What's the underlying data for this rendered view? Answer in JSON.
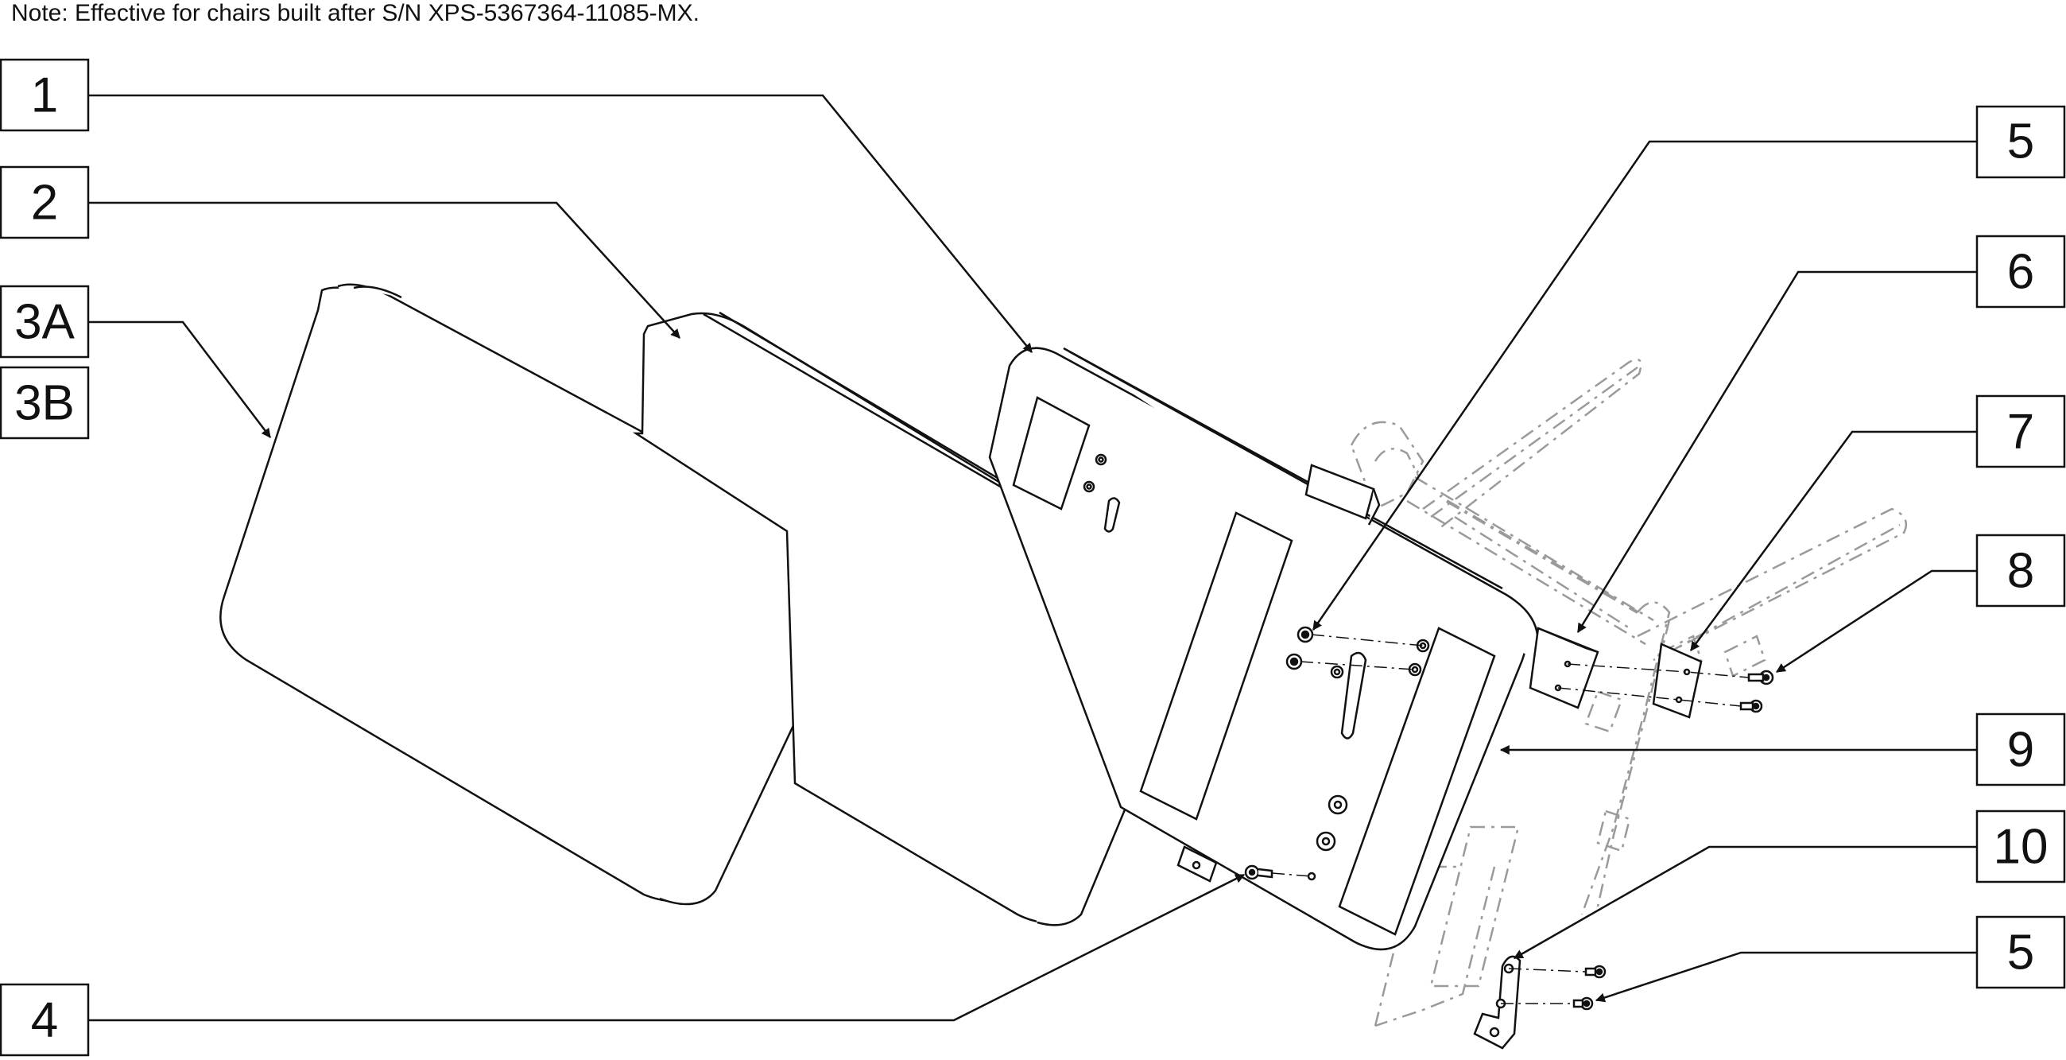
{
  "note": "Note: Effective for chairs built after S/N XPS-5367364-11085-MX.",
  "callouts": [
    "1",
    "2",
    "3A",
    "3B",
    "4",
    "5",
    "6",
    "7",
    "8",
    "9",
    "10",
    "5"
  ],
  "colors": {
    "line": "#111111",
    "ghost": "#9a9a9a",
    "background": "#ffffff"
  }
}
